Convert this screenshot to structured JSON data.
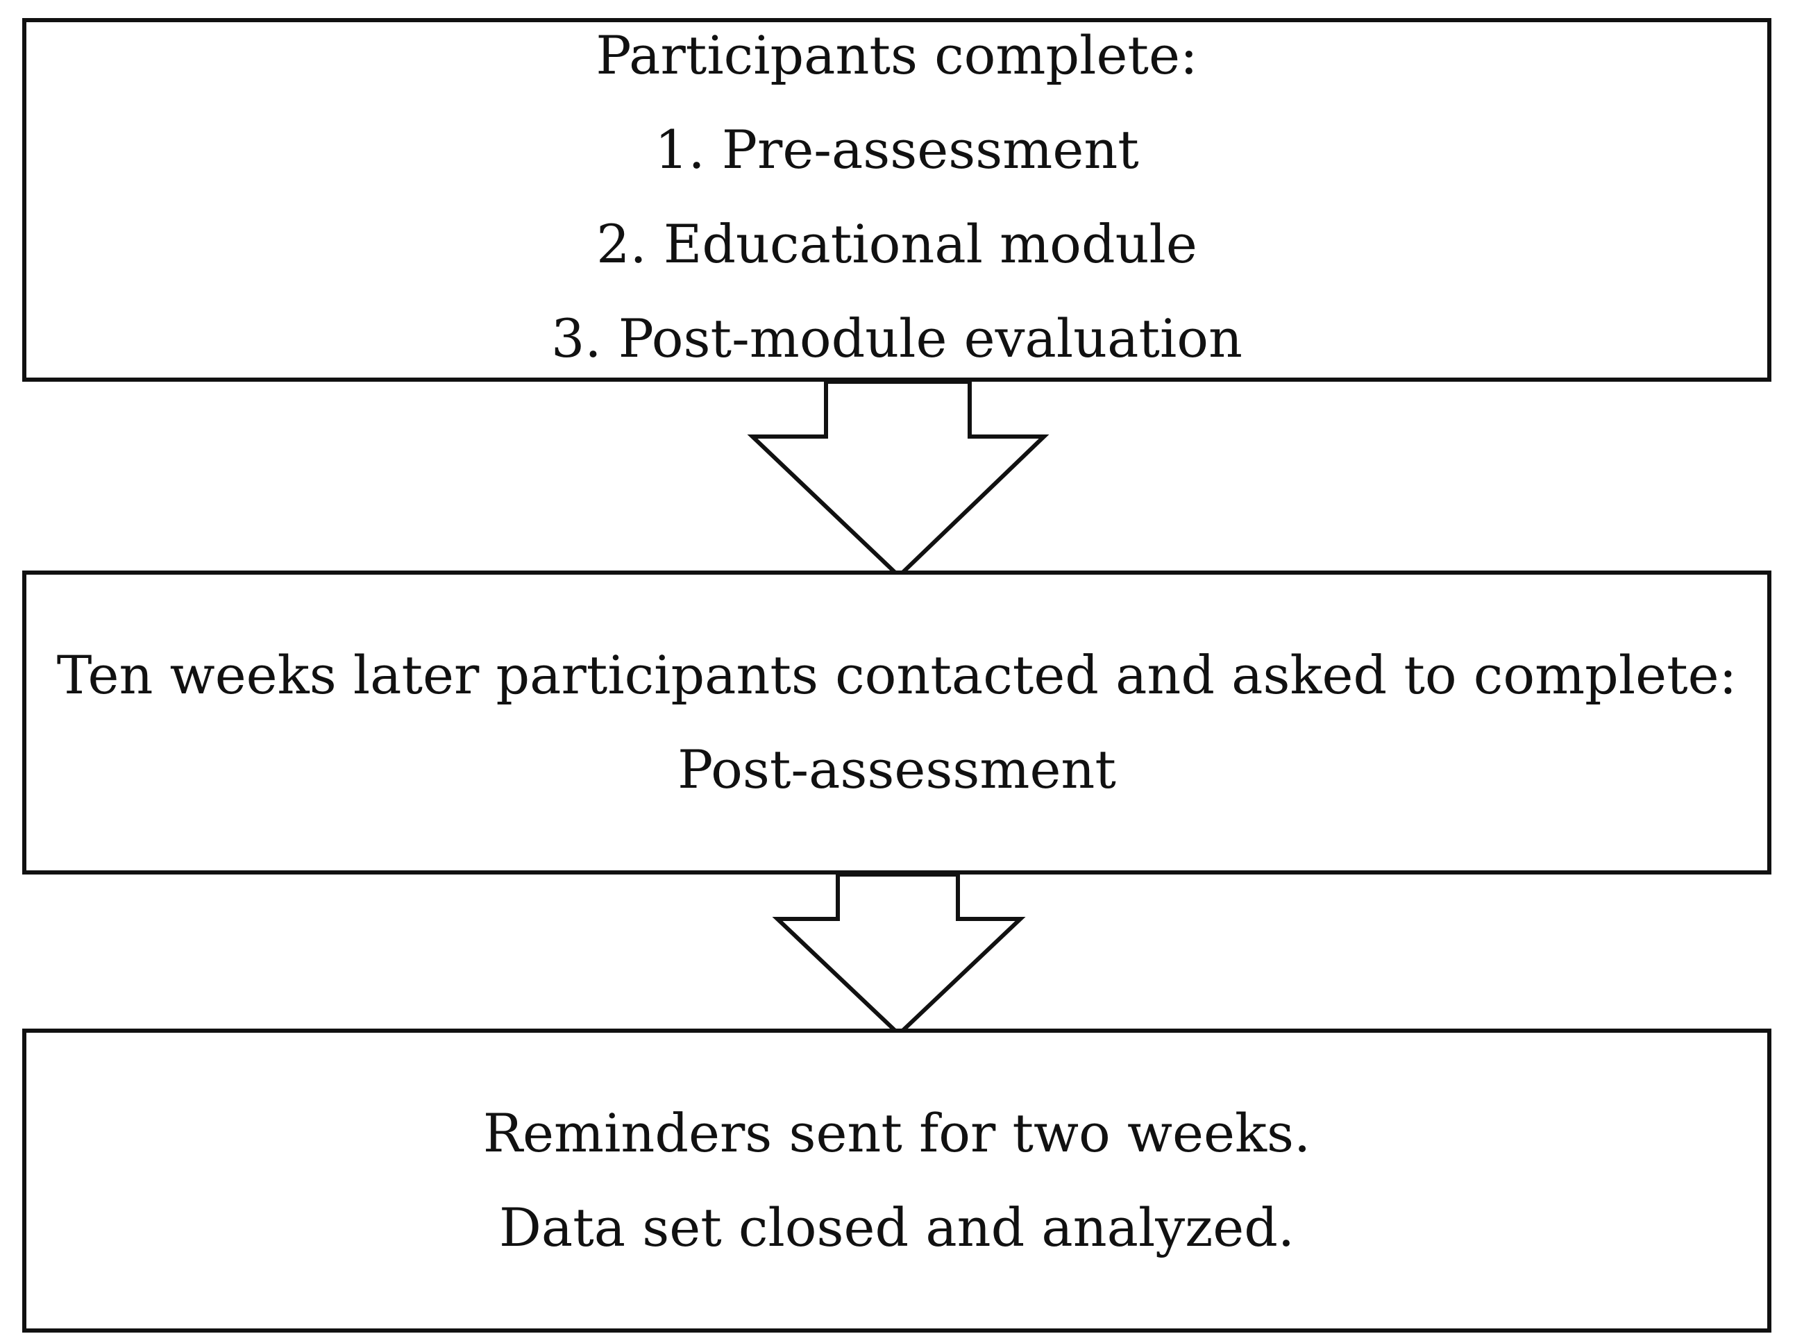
{
  "steps": [
    {
      "lines": [
        "Participants complete:",
        "1. Pre-assessment",
        "2. Educational module",
        "3. Post-module evaluation"
      ]
    },
    {
      "lines": [
        "Ten weeks later participants contacted and asked to complete:",
        "Post-assessment"
      ]
    },
    {
      "lines": [
        "Reminders sent for two weeks.",
        "Data set closed and analyzed."
      ]
    }
  ]
}
